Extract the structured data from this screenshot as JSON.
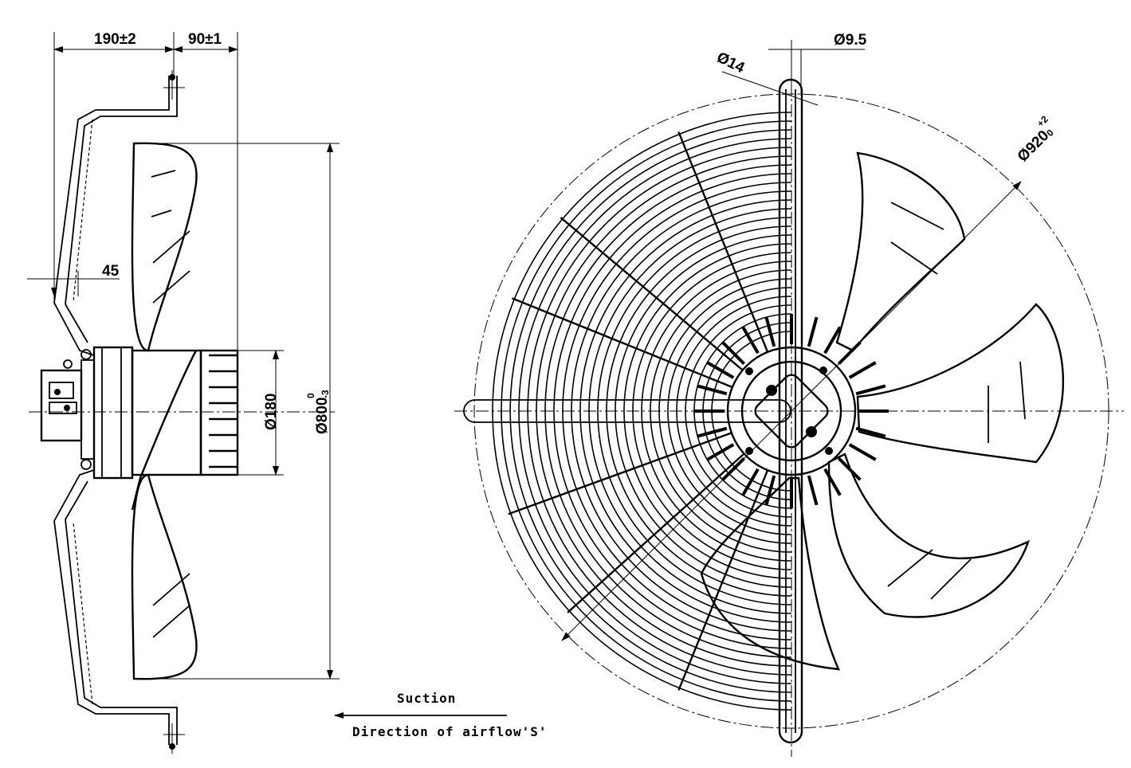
{
  "side_view": {
    "dim_190": "190±2",
    "dim_90": "90±1",
    "dim_45": "45",
    "dim_hub": "Ø180",
    "dim_overall": "Ø800",
    "dim_overall_tol_upper": "0",
    "dim_overall_tol_lower": "-3"
  },
  "front_view": {
    "dim_hole": "Ø14",
    "dim_wire": "Ø9.5",
    "dim_guard": "Ø920",
    "dim_guard_tol_upper": "+2",
    "dim_guard_tol_lower": "0"
  },
  "airflow": {
    "label_top": "Suction",
    "label_bottom": "Direction of airflow'S'"
  }
}
